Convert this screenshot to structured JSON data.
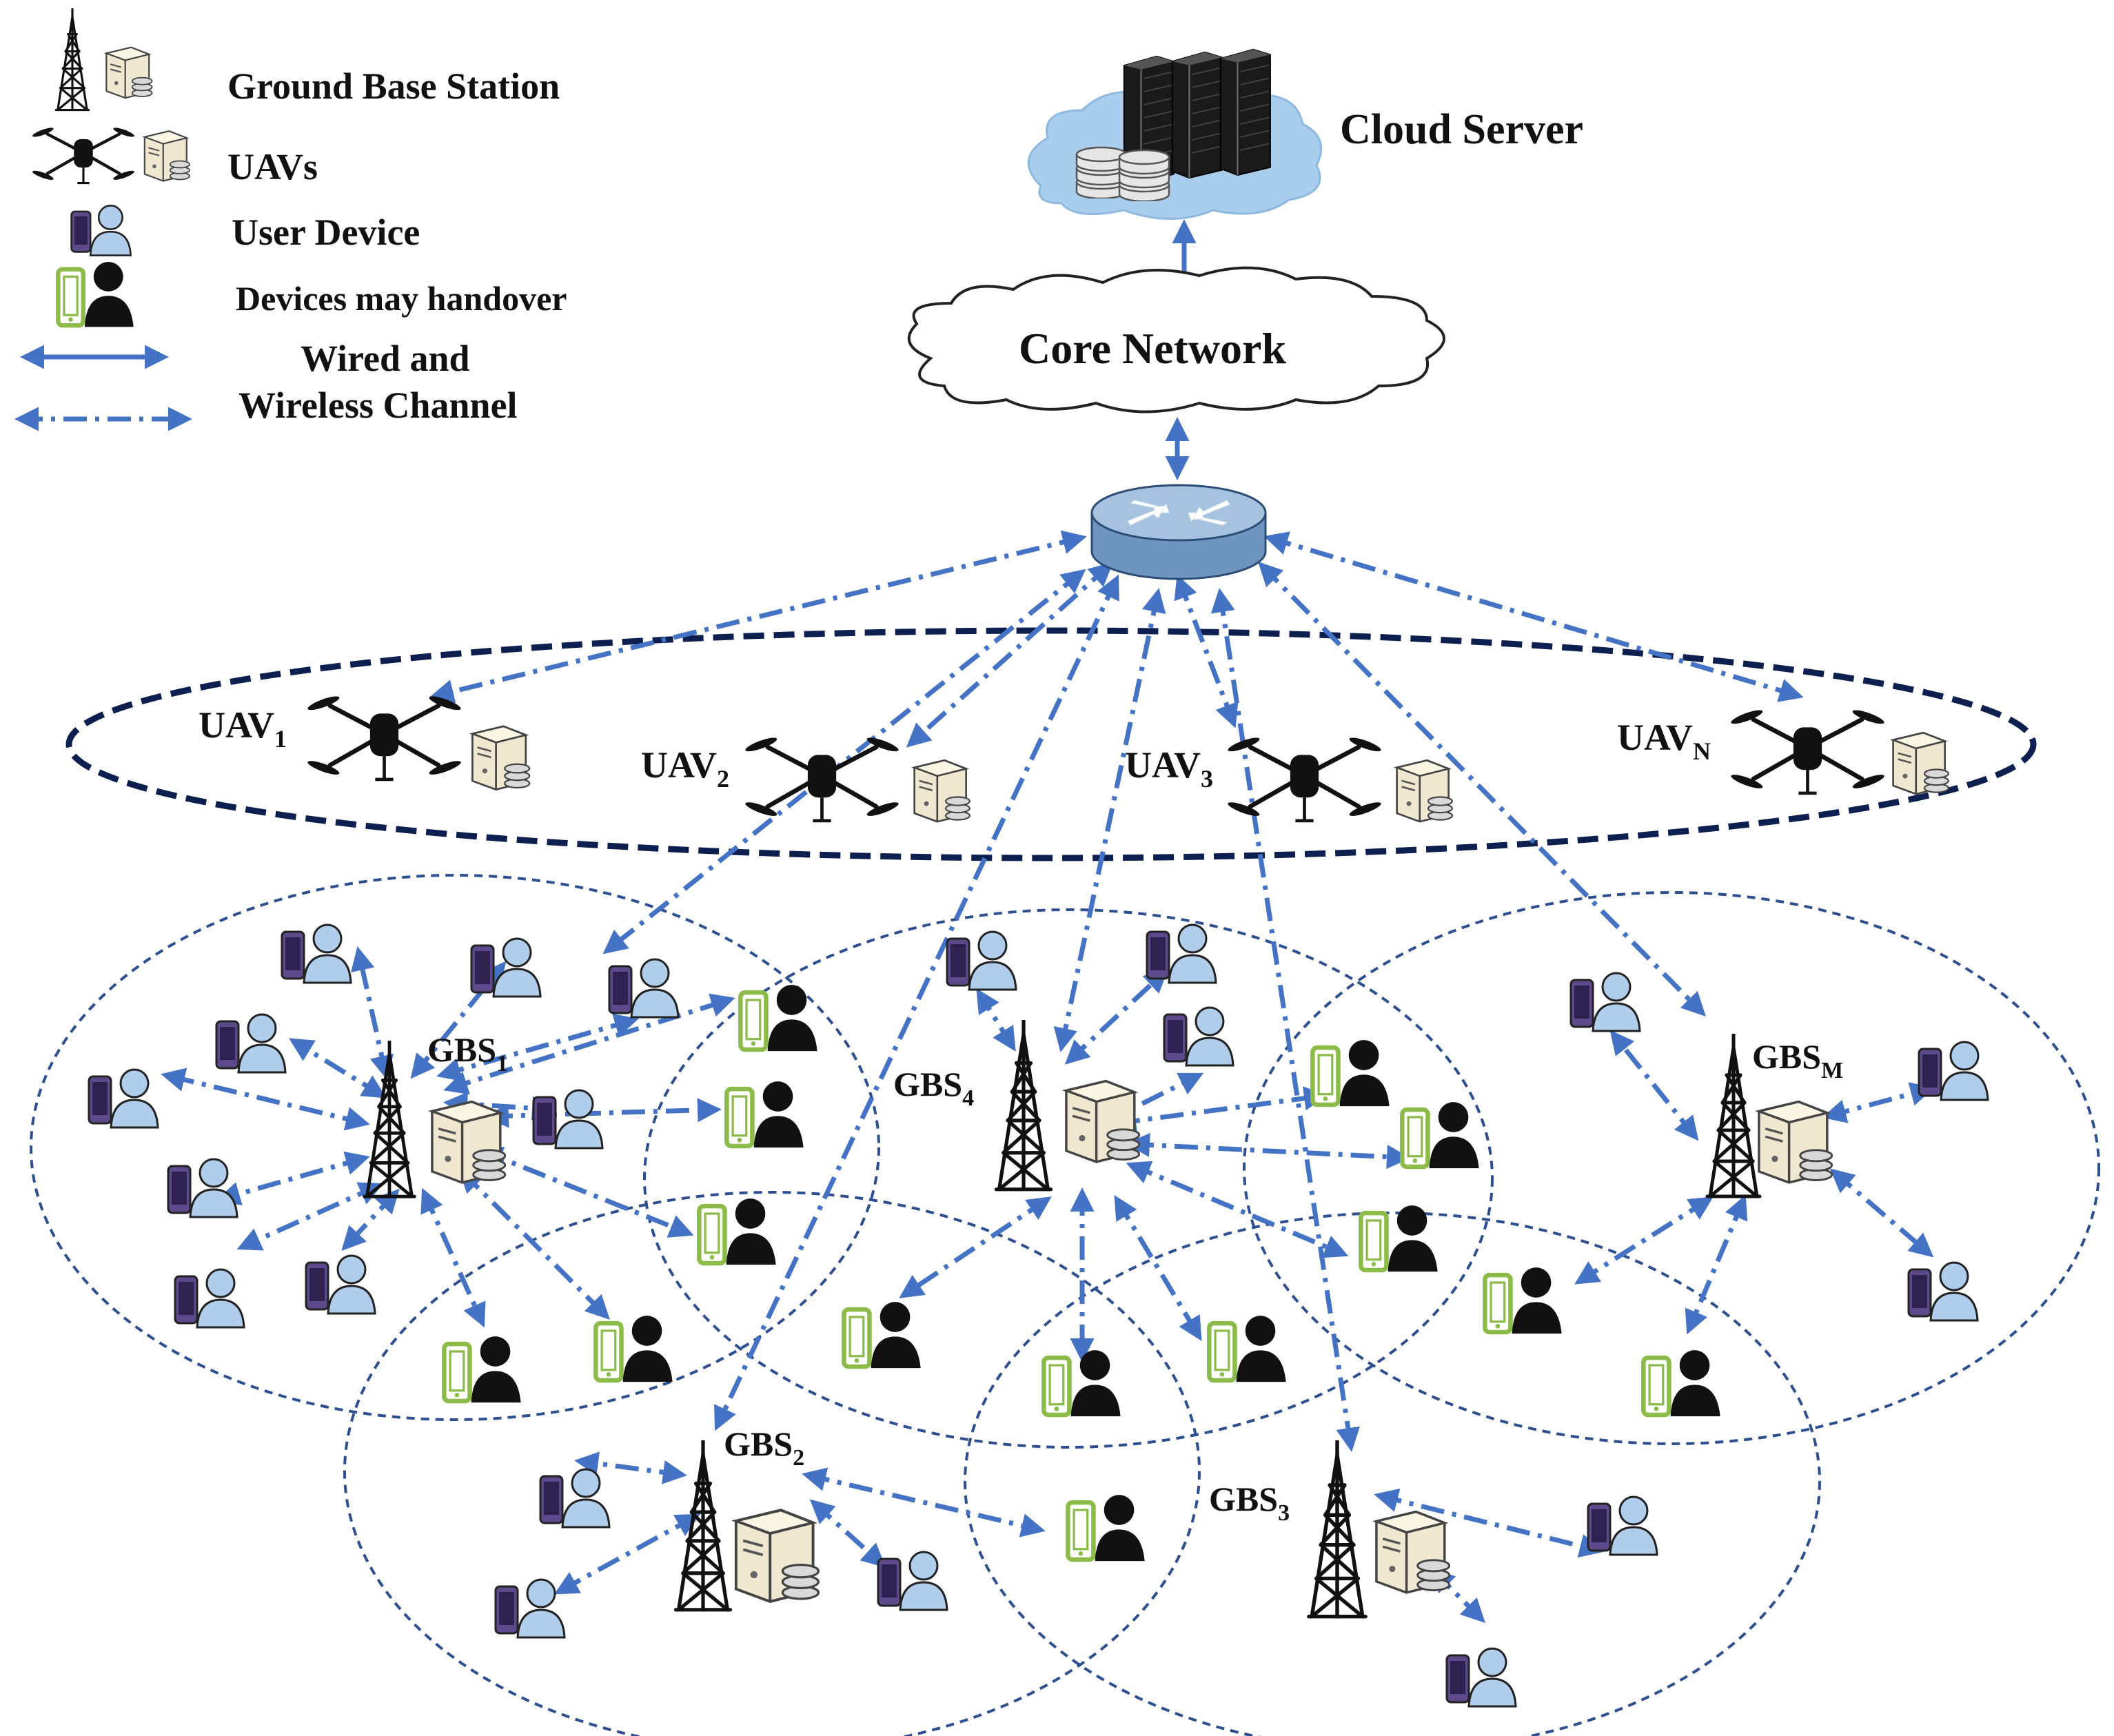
{
  "legend": {
    "ground_base_station": "Ground Base Station",
    "uavs": "UAVs",
    "user_device": "User Device",
    "handover_devices": "Devices may handover",
    "channel_line1": "Wired and",
    "channel_line2": "Wireless Channel"
  },
  "top": {
    "cloud_server": "Cloud Server",
    "core_network": "Core Network"
  },
  "uavs": [
    {
      "base": "UAV",
      "sub": "1"
    },
    {
      "base": "UAV",
      "sub": "2"
    },
    {
      "base": "UAV",
      "sub": "3"
    },
    {
      "base": "UAV",
      "sub": "N"
    }
  ],
  "gbs": [
    {
      "base": "GBS",
      "sub": "1"
    },
    {
      "base": "GBS",
      "sub": "4"
    },
    {
      "base": "GBS",
      "sub": "M"
    },
    {
      "base": "GBS",
      "sub": "2"
    },
    {
      "base": "GBS",
      "sub": "3"
    }
  ],
  "colors": {
    "arrow": "#4472c4",
    "ellipse_dark": "#0d1f4f",
    "cell_border": "#2e4f8f",
    "cloud_fill": "#a9cdec",
    "handover_phone": "#8dbb4a",
    "user_phone": "#5d4a8c",
    "person_fill": "#b0cdeb"
  }
}
